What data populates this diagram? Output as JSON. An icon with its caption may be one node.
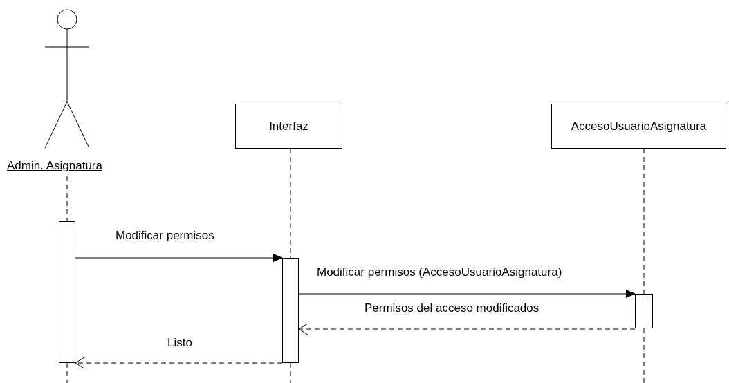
{
  "diagram": {
    "nodes": [
      {
        "text": [
          "Admin. Asignatura"
        ]
      },
      {
        "text": [
          "Interfaz"
        ]
      },
      {
        "text": [
          "AccesoUsuarioAsignatura"
        ]
      },
      {
        "text": [],
        "shape": "bar"
      },
      {
        "text": [],
        "shape": "bar"
      },
      {
        "text": [],
        "shape": "bar"
      }
    ],
    "edges": [
      {
        "from": 0,
        "to": 3,
        "arrow": "none",
        "style": "dashed"
      },
      {
        "from": 1,
        "to": 4,
        "arrow": "none",
        "style": "dashed"
      },
      {
        "from": 2,
        "to": 5,
        "arrow": "none",
        "style": "dashed"
      },
      {
        "from": 3,
        "to": null,
        "arrow": "none",
        "style": "dashed"
      },
      {
        "from": 4,
        "to": null,
        "arrow": "none",
        "style": "dashed"
      },
      {
        "from": 5,
        "to": null,
        "arrow": "none",
        "style": "dashed"
      },
      {
        "from": 3,
        "to": 4,
        "arrow": "to",
        "label": "Modificar permisos"
      },
      {
        "from": 4,
        "to": 5,
        "arrow": "to",
        "label": "Modificar permisos (AccesoUsuarioAsignatura)"
      },
      {
        "from": 5,
        "to": 4,
        "arrow": "to",
        "label": "Permisos del acceso modificados",
        "style": "dashed"
      },
      {
        "from": 4,
        "to": 3,
        "arrow": "to",
        "label": "Listo",
        "style": "dashed"
      }
    ]
  }
}
